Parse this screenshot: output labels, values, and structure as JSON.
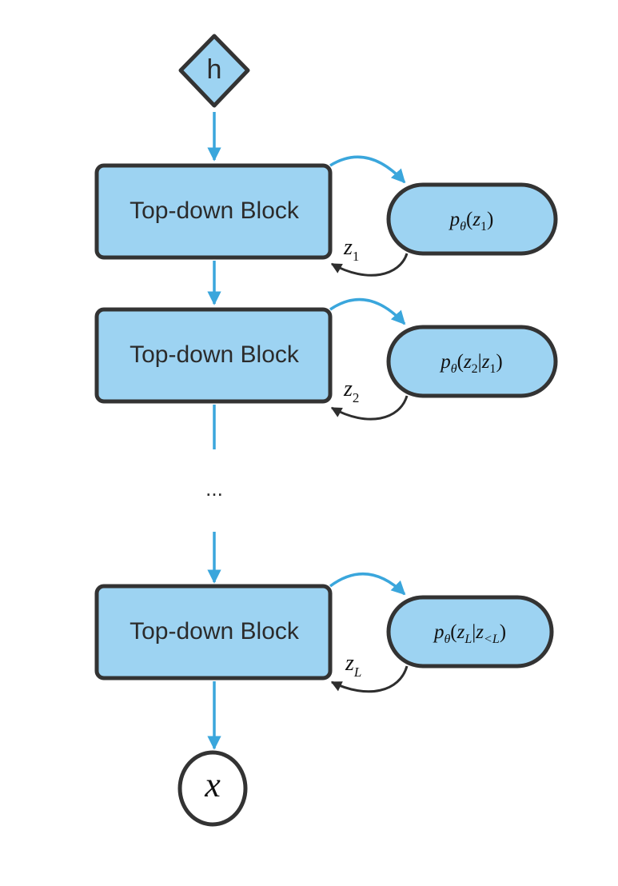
{
  "input_node": {
    "label": "h"
  },
  "blocks": [
    {
      "label": "Top-down Block",
      "prior": {
        "p": "p",
        "theta": "θ",
        "open": "(",
        "z": "z",
        "sub": "1",
        "cond_z": "",
        "cond_sub": "",
        "close": ")"
      },
      "latent": {
        "z": "z",
        "sub": "1"
      }
    },
    {
      "label": "Top-down Block",
      "prior": {
        "p": "p",
        "theta": "θ",
        "open": "(",
        "z": "z",
        "sub": "2",
        "bar": "|",
        "cond_z": "z",
        "cond_sub": "1",
        "close": ")"
      },
      "latent": {
        "z": "z",
        "sub": "2"
      }
    },
    {
      "label": "Top-down Block",
      "prior": {
        "p": "p",
        "theta": "θ",
        "open": "(",
        "z": "z",
        "sub": "L",
        "bar": "|",
        "cond_z": "z",
        "cond_sub": "<L",
        "close": ")"
      },
      "latent": {
        "z": "z",
        "sub": "L"
      }
    }
  ],
  "ellipsis": "...",
  "output_node": {
    "label": "x"
  },
  "colors": {
    "fill": "#9dd3f2",
    "stroke": "#333333",
    "arrow": "#3aa6dc",
    "text": "#2b2b2b"
  }
}
